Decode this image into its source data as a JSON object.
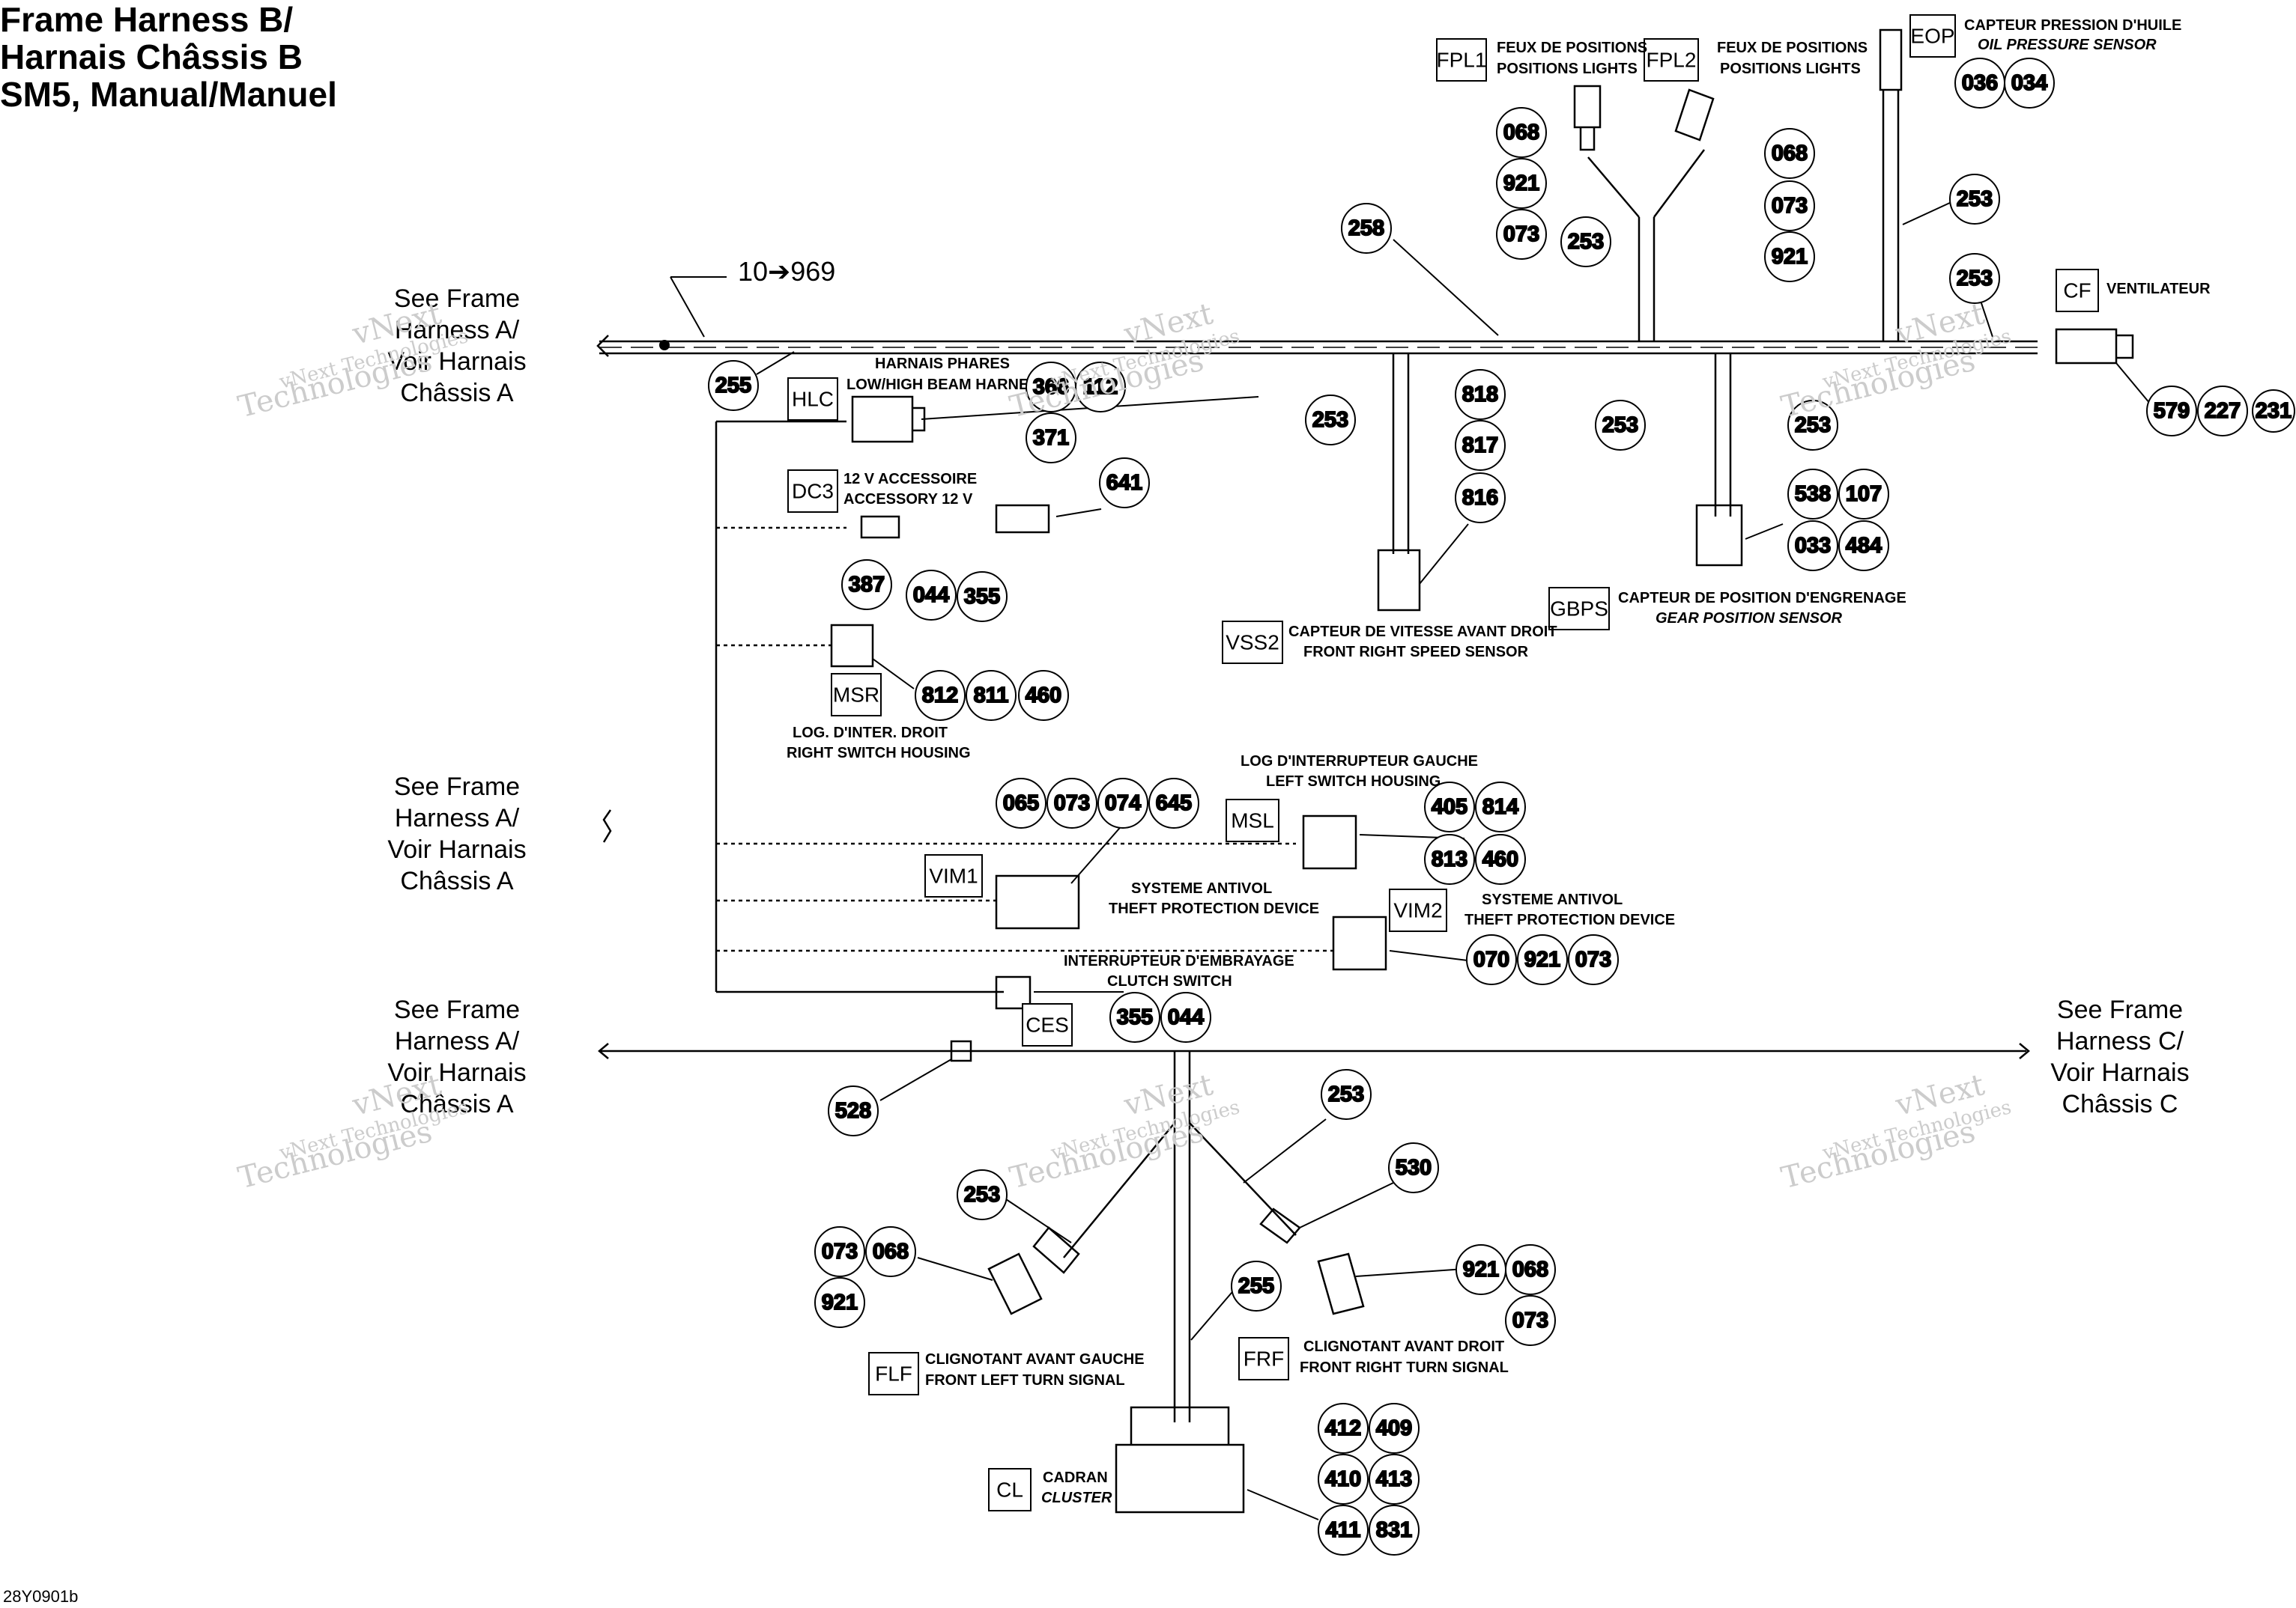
{
  "title": {
    "line1": "Frame Harness B/",
    "line2": "Harnais Châssis B",
    "line3": "SM5, Manual/Manuel"
  },
  "footer_code": "28Y0901b",
  "refs": {
    "harness_a_line1": "See Frame",
    "harness_a_line2": "Harness A/",
    "harness_a_line3": "Voir Harnais",
    "harness_a_line4": "Châssis A",
    "harness_c_line1": "See Frame",
    "harness_c_line2": "Harness C/",
    "harness_c_line3": "Voir Harnais",
    "harness_c_line4": "Châssis C"
  },
  "callout_10": "10➔969",
  "watermark": {
    "line1": "vNext",
    "line2": "Technologies",
    "line3": "vNext Technologies"
  },
  "connectors": {
    "fpl1": {
      "code": "FPL1",
      "fr": "FEUX DE POSITIONS",
      "en": "POSITIONS LIGHTS"
    },
    "fpl2": {
      "code": "FPL2",
      "fr": "FEUX DE POSITIONS",
      "en": "POSITIONS LIGHTS"
    },
    "eop": {
      "code": "EOP",
      "fr": "CAPTEUR PRESSION D'HUILE",
      "en": "OIL PRESSURE SENSOR"
    },
    "cf": {
      "code": "CF",
      "fr": "VENTILATEUR"
    },
    "hlc": {
      "code": "HLC",
      "fr": "HARNAIS PHARES",
      "en": "LOW/HIGH BEAM HARNESS"
    },
    "dc3": {
      "code": "DC3",
      "fr": "12 V ACCESSOIRE",
      "en": "ACCESSORY 12 V"
    },
    "vss2": {
      "code": "VSS2",
      "fr": "CAPTEUR DE VITESSE AVANT DROIT",
      "en": "FRONT RIGHT SPEED SENSOR"
    },
    "gbps": {
      "code": "GBPS",
      "fr": "CAPTEUR DE POSITION D'ENGRENAGE",
      "en": "GEAR POSITION SENSOR"
    },
    "msr": {
      "code": "MSR",
      "fr": "LOG. D'INTER. DROIT",
      "en": "RIGHT SWITCH HOUSING"
    },
    "msl": {
      "code": "MSL",
      "fr": "LOG D'INTERRUPTEUR GAUCHE",
      "en": "LEFT SWITCH HOUSING"
    },
    "vim1": {
      "code": "VIM1",
      "fr": "SYSTEME ANTIVOL",
      "en": "THEFT PROTECTION DEVICE"
    },
    "vim2": {
      "code": "VIM2",
      "fr": "SYSTEME ANTIVOL",
      "en": "THEFT PROTECTION DEVICE"
    },
    "ces": {
      "code": "CES",
      "fr": "INTERRUPTEUR D'EMBRAYAGE",
      "en": "CLUTCH SWITCH"
    },
    "flf": {
      "code": "FLF",
      "fr": "CLIGNOTANT AVANT GAUCHE",
      "en": "FRONT LEFT TURN SIGNAL"
    },
    "frf": {
      "code": "FRF",
      "fr": "CLIGNOTANT AVANT DROIT",
      "en": "FRONT RIGHT TURN SIGNAL"
    },
    "cl": {
      "code": "CL",
      "fr": "CADRAN",
      "en": "CLUSTER"
    }
  },
  "parts": {
    "p068a": "068",
    "p921a": "921",
    "p073a": "073",
    "p068b": "068",
    "p073b": "073",
    "p921b": "921",
    "p253a": "253",
    "p258": "258",
    "p036": "036",
    "p034": "034",
    "p253b": "253",
    "p253c": "253",
    "p255a": "255",
    "p366": "366",
    "p112": "112",
    "p371": "371",
    "p641": "641",
    "p387": "387",
    "p044a": "044",
    "p355a": "355",
    "p253d": "253",
    "p818": "818",
    "p817": "817",
    "p816": "816",
    "p253e": "253",
    "p253f": "253",
    "p538": "538",
    "p107": "107",
    "p033": "033",
    "p484": "484",
    "p579": "579",
    "p227": "227",
    "p231": "231",
    "p812": "812",
    "p811": "811",
    "p460a": "460",
    "p065": "065",
    "p073c": "073",
    "p074": "074",
    "p645": "645",
    "p405": "405",
    "p814": "814",
    "p813": "813",
    "p460b": "460",
    "p070": "070",
    "p921c": "921",
    "p073d": "073",
    "p355b": "355",
    "p044b": "044",
    "p528": "528",
    "p253g": "253",
    "p253h": "253",
    "p530": "530",
    "p073e": "073",
    "p068c": "068",
    "p921d": "921",
    "p921e": "921",
    "p068d": "068",
    "p073f": "073",
    "p255b": "255",
    "p412": "412",
    "p409": "409",
    "p410": "410",
    "p413": "413",
    "p411": "411",
    "p831": "831"
  }
}
